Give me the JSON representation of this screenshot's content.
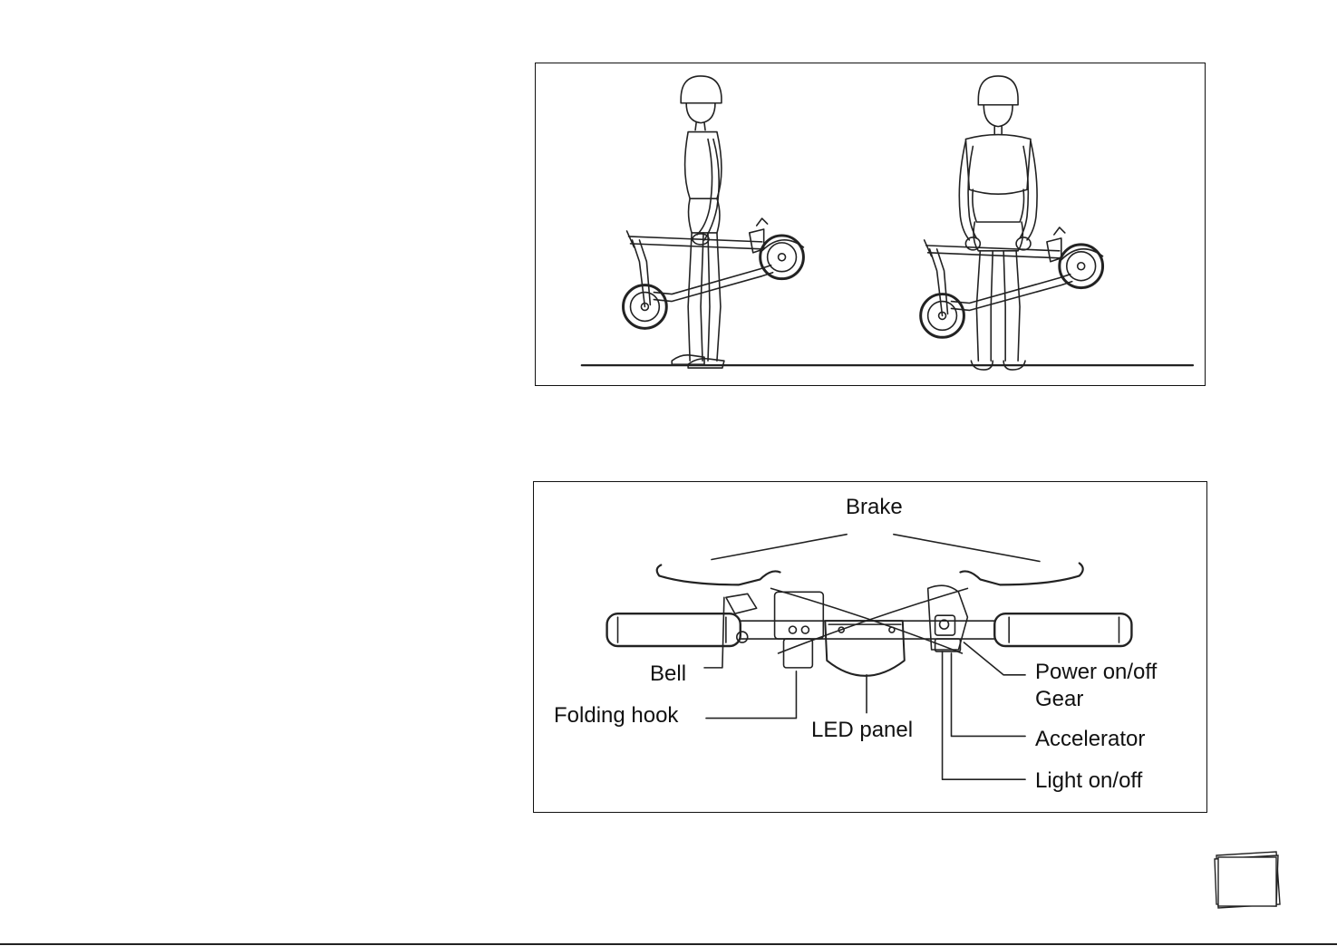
{
  "handlebar_labels": {
    "brake": "Brake",
    "bell": "Bell",
    "folding_hook": "Folding hook",
    "led_panel": "LED panel",
    "power": "Power on/off",
    "gear": "Gear",
    "accelerator": "Accelerator",
    "light": "Light on/off"
  },
  "colors": {
    "line": "#111111",
    "background": "#ffffff"
  },
  "icons": {
    "page_corner": "stacked-pages-icon"
  }
}
